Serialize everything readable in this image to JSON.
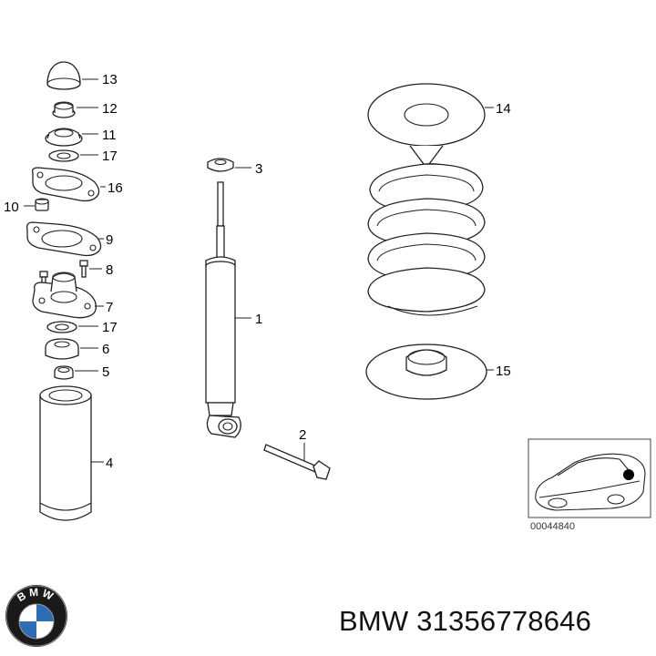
{
  "callouts": {
    "c1": "1",
    "c2": "2",
    "c3": "3",
    "c4": "4",
    "c5": "5",
    "c6": "6",
    "c7": "7",
    "c8": "8",
    "c9": "9",
    "c10": "10",
    "c11": "11",
    "c12": "12",
    "c13": "13",
    "c14": "14",
    "c15": "15",
    "c16": "16",
    "c17a": "17",
    "c17b": "17"
  },
  "inset": {
    "reference_number": "00044840"
  },
  "footer": {
    "brand_name": "BMW",
    "logo_letters": "BMW",
    "part_label": "BMW 31356778646"
  },
  "icons": [
    "bmw-roundel-logo-icon",
    "car-silhouette-icon"
  ],
  "colors": {
    "line": "#222222",
    "text": "#111111",
    "background": "#ffffff"
  }
}
